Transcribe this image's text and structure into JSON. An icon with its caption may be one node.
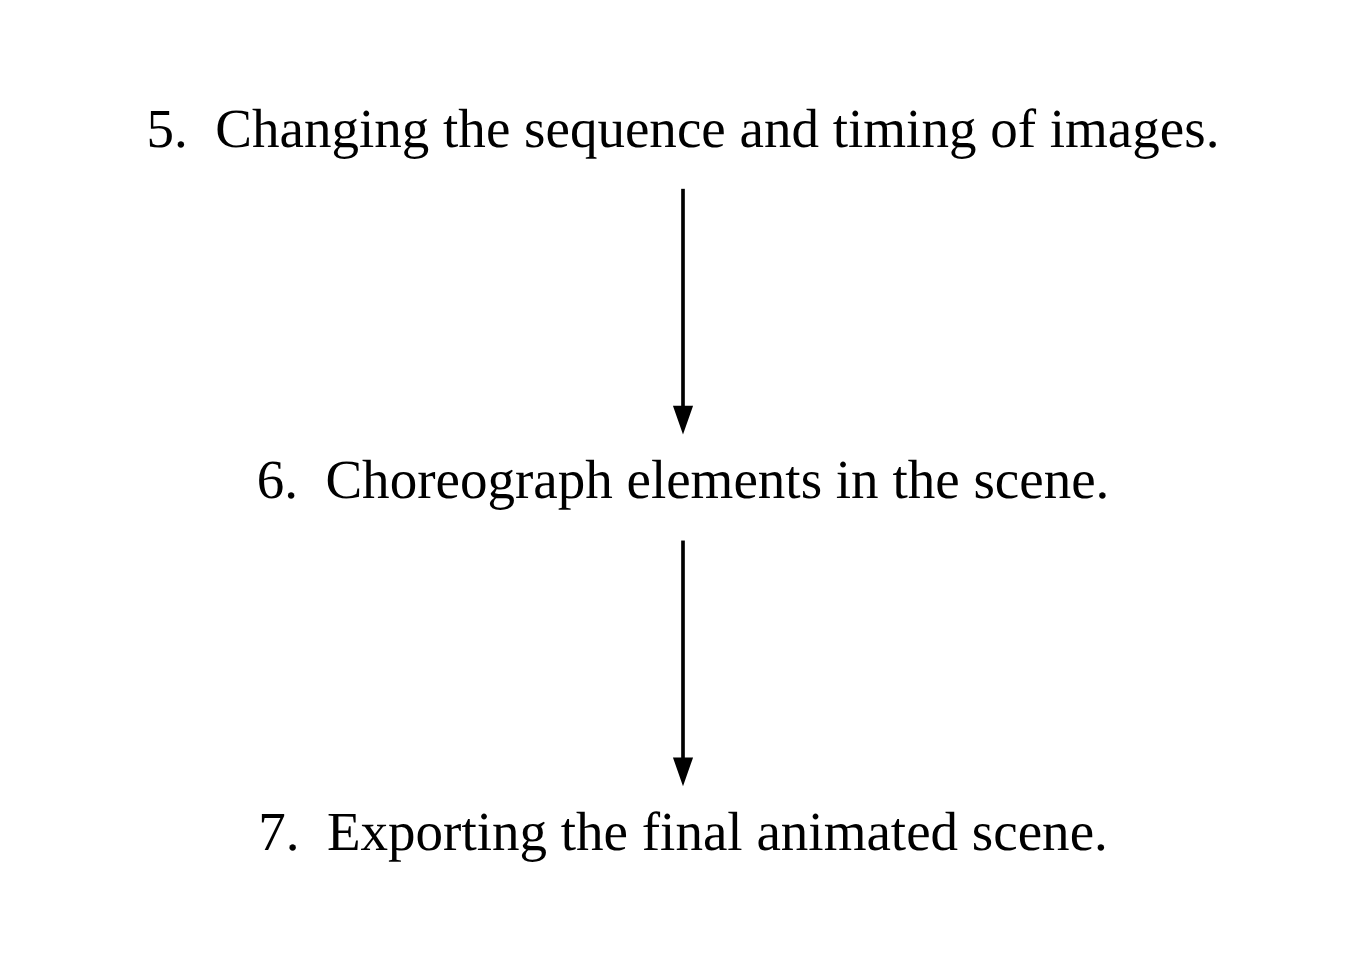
{
  "diagram": {
    "nodes": [
      {
        "text": [
          "5.  Changing the sequence and timing of images."
        ]
      },
      {
        "text": [
          "6.  Choreograph elements in the scene."
        ]
      },
      {
        "text": [
          "7.  Exporting the final animated scene."
        ]
      }
    ],
    "edges": [
      {
        "from": 0,
        "to": 1,
        "arrow": "to"
      },
      {
        "from": 1,
        "to": 2,
        "arrow": "to"
      }
    ]
  }
}
